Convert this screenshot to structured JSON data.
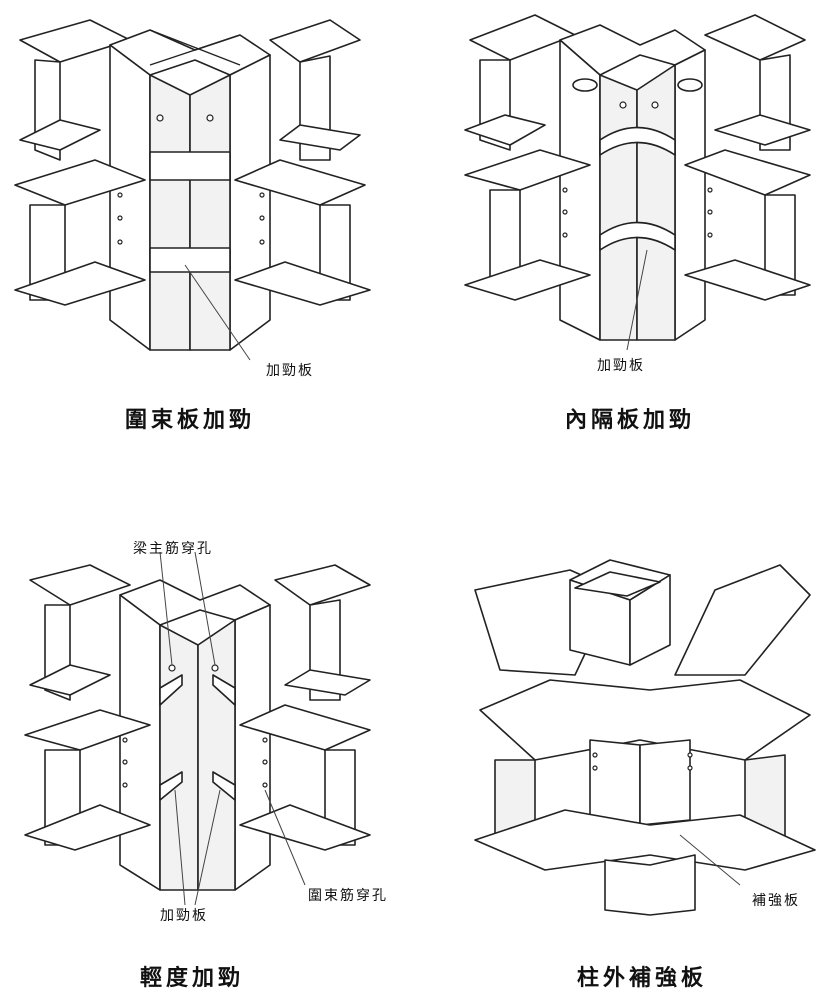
{
  "panels": [
    {
      "id": "tl",
      "caption": "圍束板加勁",
      "labels": [
        {
          "text": "加勁板"
        }
      ]
    },
    {
      "id": "tr",
      "caption": "內隔板加勁",
      "labels": [
        {
          "text": "加勁板"
        }
      ]
    },
    {
      "id": "bl",
      "caption": "輕度加勁",
      "labels": [
        {
          "text": "梁主筋穿孔"
        },
        {
          "text": "加勁板"
        },
        {
          "text": "圍束筋穿孔"
        }
      ]
    },
    {
      "id": "br",
      "caption": "柱外補強板",
      "labels": [
        {
          "text": "補強板"
        }
      ]
    }
  ],
  "colors": {
    "line": "#222222",
    "background": "#ffffff"
  }
}
